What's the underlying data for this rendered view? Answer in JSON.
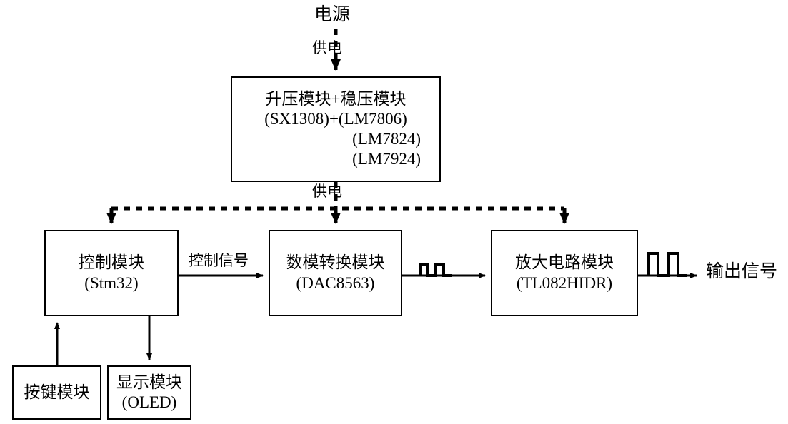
{
  "diagram": {
    "title_text": "电源",
    "nodes": {
      "power_source": {
        "label": "电源"
      },
      "power_module": {
        "line1": "升压模块+稳压模块",
        "line2": "(SX1308)+(LM7806)",
        "line3": "(LM7824)",
        "line4": "(LM7924)"
      },
      "control_module": {
        "line1": "控制模块",
        "line2": "(Stm32)"
      },
      "dac_module": {
        "line1": "数模转换模块",
        "line2": "(DAC8563)"
      },
      "amplifier_module": {
        "line1": "放大电路模块",
        "line2": "(TL082HIDR)"
      },
      "key_module": {
        "line1": "按键模块"
      },
      "display_module": {
        "line1": "显示模块",
        "line2": "(OLED)"
      },
      "output_signal": {
        "label": "输出信号"
      }
    },
    "edges": {
      "supply_top": "供电",
      "supply_bus": "供电",
      "control_signal": "控制信号",
      "dac_wave": "square-wave-small",
      "amp_wave": "square-wave-large"
    },
    "colors": {
      "stroke": "#000000",
      "background": "#ffffff",
      "text": "#000000"
    }
  }
}
